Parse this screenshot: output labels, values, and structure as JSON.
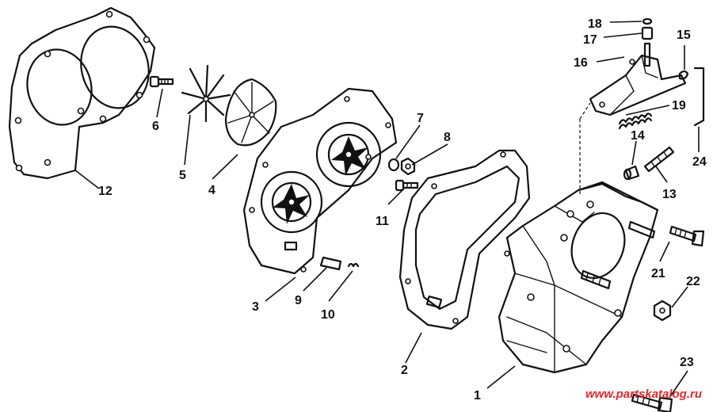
{
  "callouts": [
    {
      "label": "1"
    },
    {
      "label": "2"
    },
    {
      "label": "3"
    },
    {
      "label": "4"
    },
    {
      "label": "5"
    },
    {
      "label": "6"
    },
    {
      "label": "7"
    },
    {
      "label": "8"
    },
    {
      "label": "9"
    },
    {
      "label": "10"
    },
    {
      "label": "11"
    },
    {
      "label": "12"
    },
    {
      "label": "13"
    },
    {
      "label": "14"
    },
    {
      "label": "15"
    },
    {
      "label": "16"
    },
    {
      "label": "17"
    },
    {
      "label": "18"
    },
    {
      "label": "19"
    },
    {
      "label": "21"
    },
    {
      "label": "22"
    },
    {
      "label": "23"
    },
    {
      "label": "24"
    }
  ],
  "watermark": "www.partskatalog.ru",
  "colors": {
    "line": "#111111",
    "watermark": "#e0282a",
    "background": "#ffffff"
  }
}
